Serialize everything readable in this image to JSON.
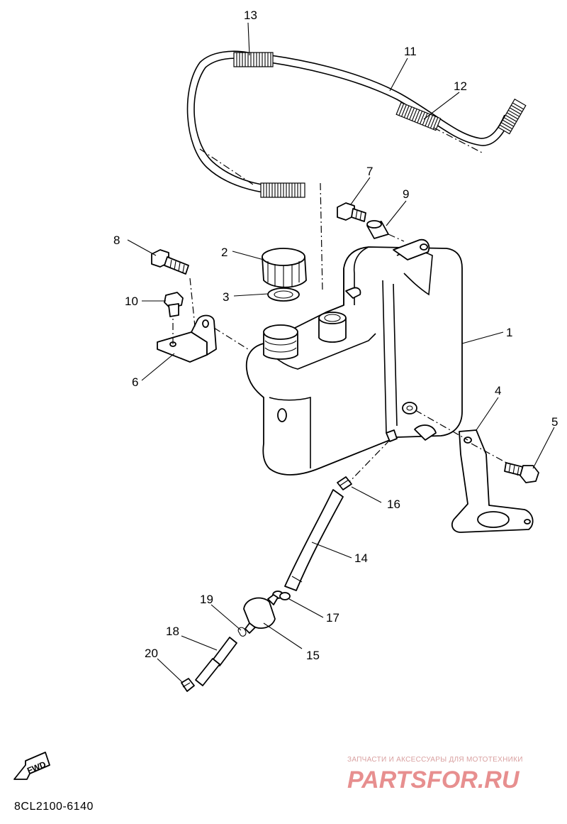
{
  "callouts": [
    {
      "id": "1",
      "label": "1"
    },
    {
      "id": "2",
      "label": "2"
    },
    {
      "id": "3",
      "label": "3"
    },
    {
      "id": "4",
      "label": "4"
    },
    {
      "id": "5",
      "label": "5"
    },
    {
      "id": "6",
      "label": "6"
    },
    {
      "id": "7",
      "label": "7"
    },
    {
      "id": "8",
      "label": "8"
    },
    {
      "id": "9",
      "label": "9"
    },
    {
      "id": "10",
      "label": "10"
    },
    {
      "id": "11",
      "label": "11"
    },
    {
      "id": "12",
      "label": "12"
    },
    {
      "id": "13",
      "label": "13"
    },
    {
      "id": "14",
      "label": "14"
    },
    {
      "id": "15",
      "label": "15"
    },
    {
      "id": "16",
      "label": "16"
    },
    {
      "id": "17",
      "label": "17"
    },
    {
      "id": "18",
      "label": "18"
    },
    {
      "id": "19",
      "label": "19"
    },
    {
      "id": "20",
      "label": "20"
    }
  ],
  "fwd_label": "FWD",
  "diagram_code": "8CL2100-6140",
  "watermark": {
    "tagline": "ЗАПЧАСТИ И АКСЕССУАРЫ ДЛЯ МОТОТЕХНИКИ",
    "logo_text": "PARTSFOR.RU",
    "color": "#e06a6a"
  }
}
